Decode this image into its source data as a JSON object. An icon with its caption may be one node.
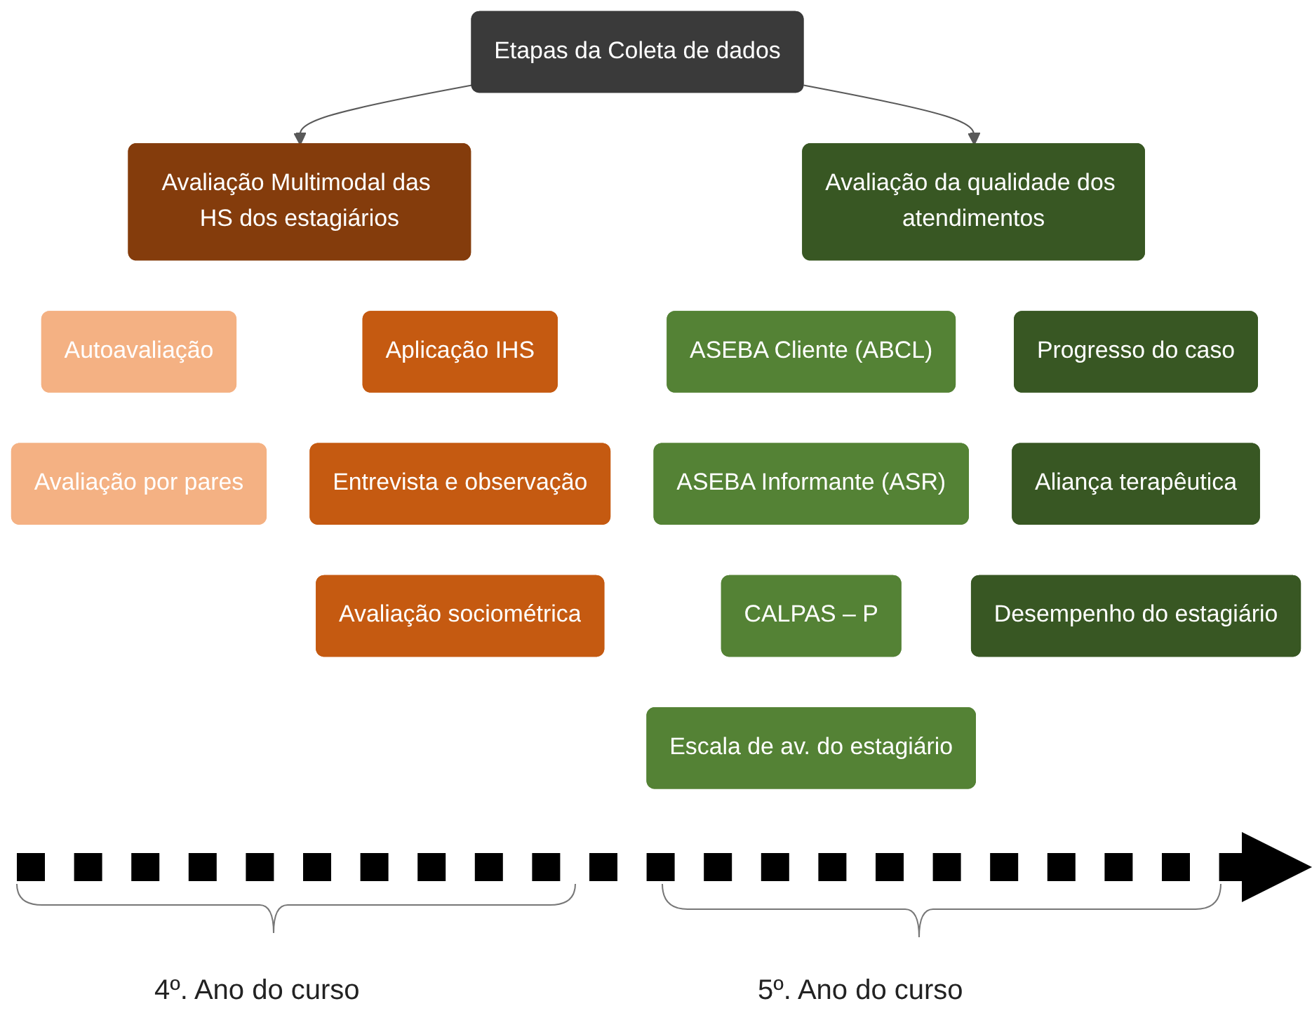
{
  "diagram": {
    "nodes": [
      {
        "text": [
          "Etapas da Coleta de dados"
        ]
      },
      {
        "text": [
          "Avaliação Multimodal das HS dos estagiários"
        ]
      },
      {
        "text": [
          "Aplicação IHS"
        ]
      },
      {
        "text": [
          "Autoavaliação"
        ]
      },
      {
        "text": [
          "Avaliação por pares"
        ]
      },
      {
        "text": [
          "Entrevista e observação"
        ]
      },
      {
        "text": [
          "Avaliação sociométrica"
        ]
      },
      {
        "text": [
          "Avaliação da qualidade dos atendimentos"
        ]
      },
      {
        "text": [
          "Progresso do caso"
        ]
      },
      {
        "text": [
          "ASEBA Cliente (ABCL)"
        ]
      },
      {
        "text": [
          "ASEBA Informante (ASR)"
        ]
      },
      {
        "text": [
          "Aliança terapêutica"
        ]
      },
      {
        "text": [
          "CALPAS – P"
        ]
      },
      {
        "text": [
          "Desempenho do estagiário"
        ]
      },
      {
        "text": [
          "Escala de av. do estagiário"
        ]
      }
    ],
    "edges": [
      {
        "from": 0,
        "to": 1,
        "arrow": "to"
      },
      {
        "from": 0,
        "to": 7,
        "arrow": "to"
      }
    ],
    "labels": [
      "4º. Ano do curso",
      "5º. Ano do curso"
    ]
  }
}
